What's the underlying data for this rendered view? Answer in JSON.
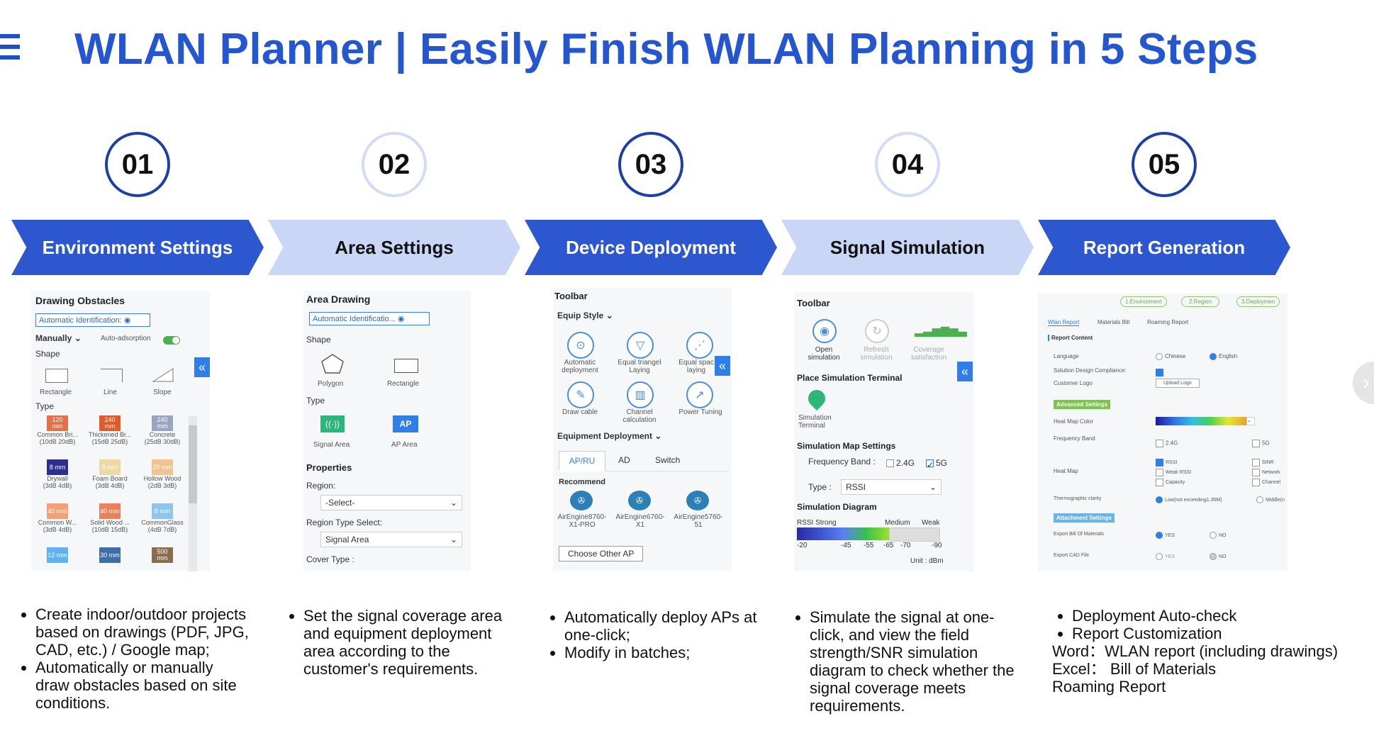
{
  "title": "WLAN Planner | Easily Finish WLAN Planning in 5 Steps",
  "steps": [
    {
      "num": "01",
      "label": "Environment Settings"
    },
    {
      "num": "02",
      "label": "Area Settings"
    },
    {
      "num": "03",
      "label": "Device Deployment"
    },
    {
      "num": "04",
      "label": "Signal Simulation"
    },
    {
      "num": "05",
      "label": "Report Generation"
    }
  ],
  "p1": {
    "heading": "Drawing Obstacles",
    "auto_btn": "Automatic Identification:",
    "manually": "Manually",
    "auto_adsorption": "Auto-adsorption",
    "shape": "Shape",
    "shapes": [
      "Rectangle",
      "Line",
      "Slope"
    ],
    "type": "Type",
    "materials": [
      {
        "sw": "120 mm",
        "name": "Common Bri...",
        "db": "(10dB 20dB)",
        "color": "#e0714a"
      },
      {
        "sw": "240 mm",
        "name": "Thickened Br...",
        "db": "(15dB 25dB)",
        "color": "#e25a28"
      },
      {
        "sw": "240 mm",
        "name": "Concrete",
        "db": "(25dB 30dB)",
        "color": "#9aa5bf"
      },
      {
        "sw": "8 mm",
        "name": "Drywall",
        "db": "(3dB 4dB)",
        "color": "#2d2f8f"
      },
      {
        "sw": "8 mm",
        "name": "Foam Board",
        "db": "(3dB 4dB)",
        "color": "#eed9a2"
      },
      {
        "sw": "20 mm",
        "name": "Hollow Wood",
        "db": "(2dB 3dB)",
        "color": "#f2c391"
      },
      {
        "sw": "40 mm",
        "name": "Common W...",
        "db": "(3dB 4dB)",
        "color": "#f2a074"
      },
      {
        "sw": "40 mm",
        "name": "Solid Wood ...",
        "db": "(10dB 15dB)",
        "color": "#e9825c"
      },
      {
        "sw": "8 mm",
        "name": "CommonGlass",
        "db": "(4dB 7dB)",
        "color": "#8fc4ee"
      },
      {
        "sw": "12 mm",
        "name": "",
        "db": "",
        "color": "#5fb2ee"
      },
      {
        "sw": "30 mm",
        "name": "",
        "db": "",
        "color": "#3d6fa6"
      },
      {
        "sw": "500 mm",
        "name": "",
        "db": "",
        "color": "#8a6d4f"
      }
    ]
  },
  "p2": {
    "heading": "Area Drawing",
    "auto_btn": "Automatic Identificatio...",
    "shape": "Shape",
    "shapes": [
      "Polygon",
      "Rectangle"
    ],
    "type": "Type",
    "types": [
      "Signal Area",
      "AP Area"
    ],
    "ap_badge": "AP",
    "properties": "Properties",
    "region": "Region:",
    "region_value": "-Select-",
    "region_type": "Region Type Select:",
    "region_type_value": "Signal Area",
    "cover_type": "Cover Type :"
  },
  "p3": {
    "toolbar": "Toolbar",
    "equip_style": "Equip Style",
    "tools_row1": [
      {
        "l1": "Automatic",
        "l2": "deployment"
      },
      {
        "l1": "Equal triangel",
        "l2": "Laying"
      },
      {
        "l1": "Equal spac",
        "l2": "laying"
      }
    ],
    "tools_row2": [
      {
        "l1": "Draw cable",
        "l2": ""
      },
      {
        "l1": "Channel",
        "l2": "calculation"
      },
      {
        "l1": "Power Tuning",
        "l2": ""
      }
    ],
    "equip_deploy": "Equipment Deployment",
    "tabs": [
      "AP/RU",
      "AD",
      "Switch"
    ],
    "recommend": "Recommend",
    "aps": [
      {
        "l1": "AirEngine8760-",
        "l2": "X1-PRO"
      },
      {
        "l1": "AirEngine6760-",
        "l2": "X1"
      },
      {
        "l1": "AirEngine5760-",
        "l2": "51"
      }
    ],
    "choose_btn": "Choose Other AP"
  },
  "p4": {
    "toolbar": "Toolbar",
    "tools": [
      {
        "l1": "Open",
        "l2": "simulation"
      },
      {
        "l1": "Refresh",
        "l2": "simulation"
      },
      {
        "l1": "Coverage",
        "l2": "satisfaction"
      }
    ],
    "place_terminal": "Place Simulation Terminal",
    "sim_terminal_l1": "Simulation",
    "sim_terminal_l2": "Terminal",
    "map_settings": "Simulation Map Settings",
    "freq_band": "Frequency Band :",
    "band_24": "2.4G",
    "band_5": "5G",
    "type_label": "Type :",
    "type_value": "RSSI",
    "diagram": "Simulation Diagram",
    "rssi_strong": "RSSI Strong",
    "medium": "Medium",
    "weak": "Weak",
    "scale": [
      "-20",
      "-45",
      "-55",
      "-65",
      "-70",
      "-90"
    ],
    "unit": "Unit : dBm"
  },
  "p5": {
    "tabs_top": [
      "1.Environment",
      "2.Region",
      "3.Deploymen"
    ],
    "subtabs": [
      "Wlan Report",
      "Materials Bill",
      "Roaming Report"
    ],
    "report_content": "Report Content",
    "language": "Language",
    "chinese": "Chinese",
    "english": "English",
    "compliance": "Solution Design Compliance:",
    "customer_logo": "Customer Logo",
    "upload_logo": "Upload Logo",
    "advanced": "Advanced Settings",
    "heatmap_color": "Heat Map Color",
    "freq_band": "Frequency Band",
    "f24": "2.4G",
    "f5": "5G",
    "heat_map": "Heat Map",
    "hm_opts": [
      "RSSI",
      "Weak RSSI",
      "Capacity"
    ],
    "hm_opts2": [
      "SINR",
      "Network",
      "Channel"
    ],
    "thermo": "Thermographic clarity",
    "thermo_low": "Low(not exceeding1.35M)",
    "thermo_mid": "Middle(n",
    "attach": "Attachment Settings",
    "export_bom": "Export Bill Of Materials",
    "export_cad": "Export CAD File",
    "yes": "YES",
    "no": "NO"
  },
  "desc1": [
    "Create indoor/outdoor projects based on drawings (PDF, JPG, CAD, etc.) / Google map;",
    "Automatically or manually draw obstacles based on site conditions."
  ],
  "desc2": [
    "Set the signal coverage area and equipment deployment area according to the customer's requirements."
  ],
  "desc3": [
    "Automatically deploy APs at one-click;",
    "Modify in batches;"
  ],
  "desc4": [
    "Simulate the signal at one-click, and view the field strength/SNR simulation diagram to check whether the signal coverage meets requirements."
  ],
  "desc5_bullets": [
    "Deployment Auto-check",
    "Report Customization"
  ],
  "desc5_lines": [
    "Word：WLAN report (including drawings)",
    "Excel： Bill of Materials",
    "Roaming Report"
  ],
  "colors": {
    "accent": "#2356d0",
    "arrow_dark": "#2c57cf",
    "arrow_light": "#c9d6f5"
  },
  "icons": {
    "menu": "hamburger-icon",
    "next": "chevron-right-icon",
    "collapse": "double-chevron-left-icon"
  }
}
